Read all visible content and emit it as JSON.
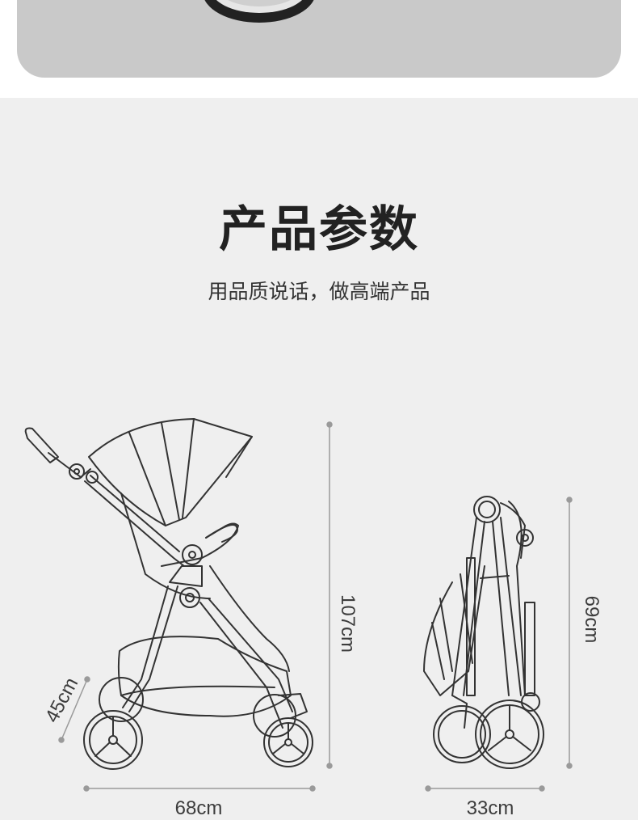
{
  "header": {
    "title": "产品参数",
    "subtitle": "用品质说话，做高端产品"
  },
  "dimensions": {
    "unfolded_height": "107cm",
    "folded_height": "69cm",
    "seat_width": "45cm",
    "unfolded_length": "68cm",
    "folded_width": "33cm"
  },
  "colors": {
    "background": "#efefef",
    "line_art": "#333333",
    "measure_line": "#9a9a9a"
  }
}
